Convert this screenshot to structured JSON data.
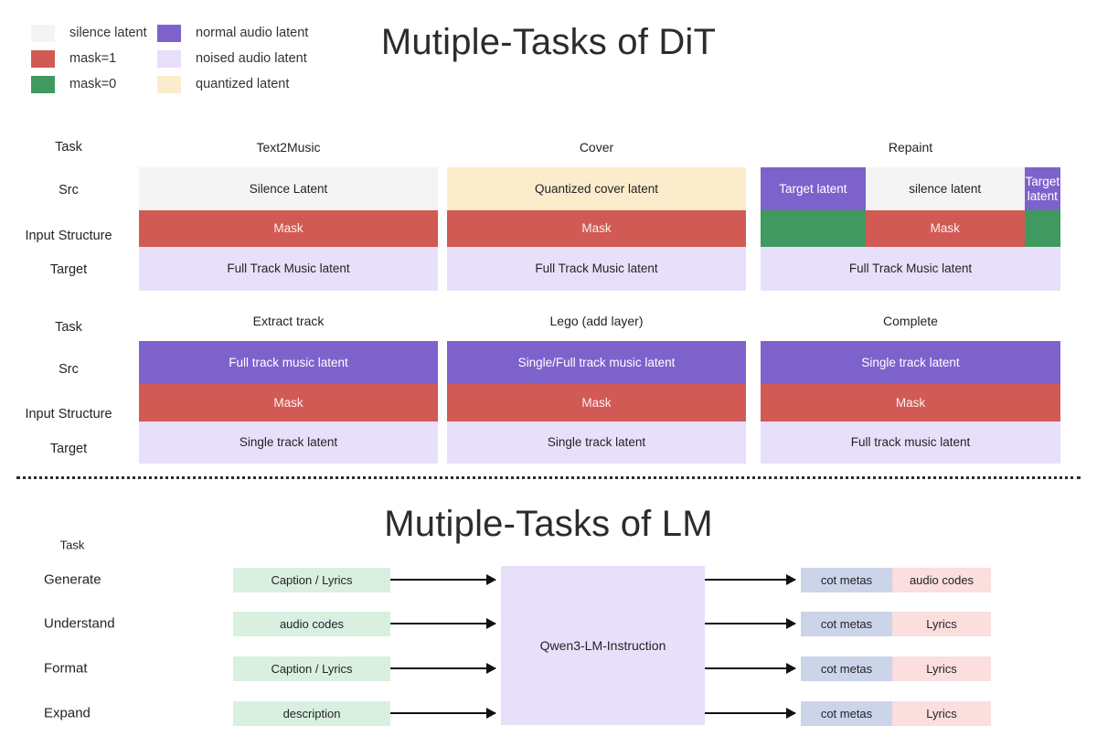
{
  "legend": {
    "column1": [
      {
        "label": "silence latent",
        "color": "#f4f4f4"
      },
      {
        "label": "mask=1",
        "color": "#d15a55"
      },
      {
        "label": "mask=0",
        "color": "#409a5f"
      }
    ],
    "column2": [
      {
        "label": "normal audio latent",
        "color": "#7d62cc"
      },
      {
        "label": "noised audio latent",
        "color": "#e8e0fa"
      },
      {
        "label": "quantized latent",
        "color": "#fbeccb"
      }
    ]
  },
  "dit": {
    "title": "Mutiple-Tasks of DiT",
    "row_labels": [
      "Task",
      "Src",
      "Input Structure",
      "Target"
    ],
    "grid_rows": [
      {
        "columns": [
          {
            "task": "Text2Music",
            "src": [
              {
                "text": "Silence Latent",
                "color": "#f4f4f4",
                "text_color": "#232327",
                "width_pct": 100
              }
            ],
            "mask": [
              {
                "text": "Mask",
                "color": "#d15a55",
                "text_color": "#fdf0ef",
                "width_pct": 100
              }
            ],
            "target": [
              {
                "text": "Full Track Music latent",
                "color": "#e8e0fa",
                "text_color": "#232327",
                "width_pct": 100
              }
            ]
          },
          {
            "task": "Cover",
            "src": [
              {
                "text": "Quantized cover latent",
                "color": "#fbeccb",
                "text_color": "#232327",
                "width_pct": 100
              }
            ],
            "mask": [
              {
                "text": "Mask",
                "color": "#d15a55",
                "text_color": "#fdf0ef",
                "width_pct": 100
              }
            ],
            "target": [
              {
                "text": "Full Track Music latent",
                "color": "#e8e0fa",
                "text_color": "#232327",
                "width_pct": 100
              }
            ]
          },
          {
            "task": "Repaint",
            "src": [
              {
                "text": "Target latent",
                "color": "#7d62cc",
                "text_color": "#ffffff",
                "width_pct": 35
              },
              {
                "text": "silence latent",
                "color": "#f4f4f4",
                "text_color": "#232327",
                "width_pct": 53
              },
              {
                "text": "Target latent",
                "color": "#7d62cc",
                "text_color": "#ffffff",
                "width_pct": 12
              }
            ],
            "mask": [
              {
                "text": "",
                "color": "#409a5f",
                "text_color": "#ffffff",
                "width_pct": 35
              },
              {
                "text": "Mask",
                "color": "#d15a55",
                "text_color": "#fdf0ef",
                "width_pct": 53
              },
              {
                "text": "",
                "color": "#409a5f",
                "text_color": "#ffffff",
                "width_pct": 12
              }
            ],
            "target": [
              {
                "text": "Full Track Music latent",
                "color": "#e8e0fa",
                "text_color": "#232327",
                "width_pct": 100
              }
            ]
          }
        ]
      },
      {
        "columns": [
          {
            "task": "Extract track",
            "src": [
              {
                "text": "Full track music latent",
                "color": "#7d62cc",
                "text_color": "#ffffff",
                "width_pct": 100
              }
            ],
            "mask": [
              {
                "text": "Mask",
                "color": "#d15a55",
                "text_color": "#fdf0ef",
                "width_pct": 100
              }
            ],
            "target": [
              {
                "text": "Single track latent",
                "color": "#e8e0fa",
                "text_color": "#232327",
                "width_pct": 100
              }
            ]
          },
          {
            "task": "Lego (add layer)",
            "src": [
              {
                "text": "Single/Full track music latent",
                "color": "#7d62cc",
                "text_color": "#ffffff",
                "width_pct": 100
              }
            ],
            "mask": [
              {
                "text": "Mask",
                "color": "#d15a55",
                "text_color": "#fdf0ef",
                "width_pct": 100
              }
            ],
            "target": [
              {
                "text": "Single track latent",
                "color": "#e8e0fa",
                "text_color": "#232327",
                "width_pct": 100
              }
            ]
          },
          {
            "task": "Complete",
            "src": [
              {
                "text": "Single track latent",
                "color": "#7d62cc",
                "text_color": "#ffffff",
                "width_pct": 100
              }
            ],
            "mask": [
              {
                "text": "Mask",
                "color": "#d15a55",
                "text_color": "#fdf0ef",
                "width_pct": 100
              }
            ],
            "target": [
              {
                "text": "Full track music latent",
                "color": "#e8e0fa",
                "text_color": "#232327",
                "width_pct": 100
              }
            ]
          }
        ]
      }
    ]
  },
  "lm": {
    "title": "Mutiple-Tasks of LM",
    "task_header": "Task",
    "core_label": "Qwen3-LM-Instruction",
    "rows": [
      {
        "task": "Generate",
        "input": "Caption / Lyrics",
        "output_left": "cot metas",
        "output_right": "audio codes"
      },
      {
        "task": "Understand",
        "input": "audio codes",
        "output_left": "cot metas",
        "output_right": "Lyrics"
      },
      {
        "task": "Format",
        "input": "Caption / Lyrics",
        "output_left": "cot metas",
        "output_right": "Lyrics"
      },
      {
        "task": "Expand",
        "input": "description",
        "output_left": "cot metas",
        "output_right": "Lyrics"
      }
    ],
    "colors": {
      "input_box": "#d9f0e0",
      "core_box": "#e8e0fa",
      "output_left": "#ccd4ea",
      "output_right": "#fbdede",
      "arrow": "#111114"
    }
  }
}
